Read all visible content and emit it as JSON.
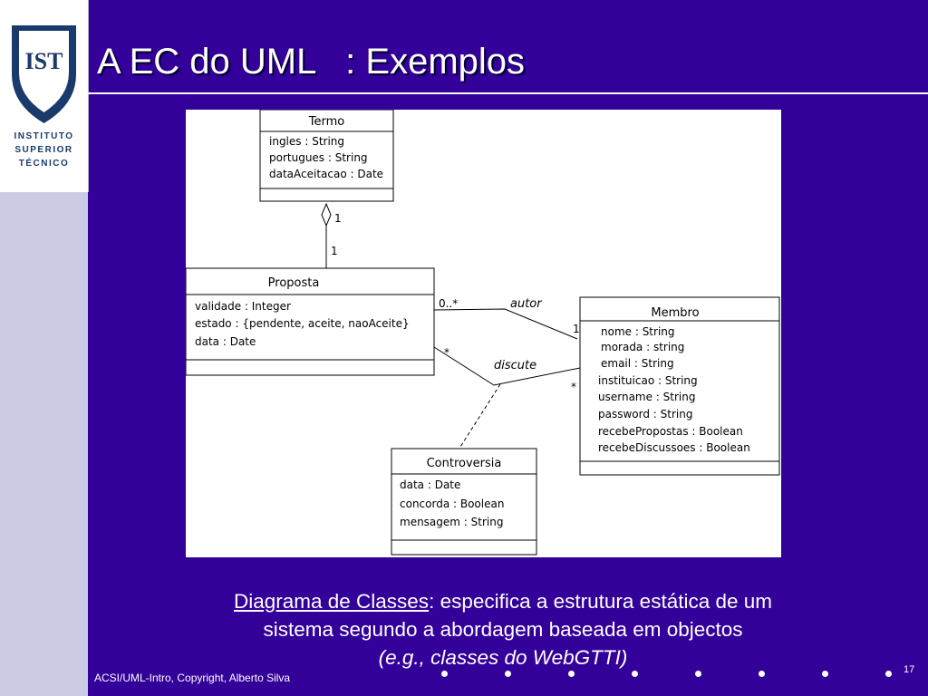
{
  "slide": {
    "title": "A EC do UML   : Exemplos",
    "footer": "ACSI/UML-Intro, Copyright, Alberto Silva",
    "page_number": "17",
    "colors": {
      "background": "#330099",
      "sidebar": "#cbcbe6",
      "logo_blue": "#1a3a6b"
    }
  },
  "logo": {
    "mark": "IST",
    "lines": [
      "INSTITUTO",
      "SUPERIOR",
      "TÉCNICO"
    ]
  },
  "diagram": {
    "classes": {
      "termo": {
        "name": "Termo",
        "attributes": [
          "ingles : String",
          "portugues : String",
          "dataAceitacao : Date"
        ]
      },
      "proposta": {
        "name": "Proposta",
        "attributes": [
          "validade : Integer",
          "estado : {pendente, aceite, naoAceite}",
          "data : Date"
        ]
      },
      "membro": {
        "name": "Membro",
        "attributes": [
          "nome : String",
          "morada : string",
          "email : String",
          "instituicao : String",
          "username : String",
          "password : String",
          "recebePropostas : Boolean",
          "recebeDiscussoes : Boolean"
        ]
      },
      "controversia": {
        "name": "Controversia",
        "attributes": [
          "data : Date",
          "concorda : Boolean",
          "mensagem : String"
        ]
      }
    },
    "associations": {
      "termo_proposta": {
        "termo_end": "1",
        "proposta_end": "1"
      },
      "autor": {
        "name": "autor",
        "proposta_end": "0..*",
        "membro_end": "1"
      },
      "discute": {
        "name": "discute",
        "proposta_end": "*",
        "membro_end": "*"
      }
    }
  },
  "caption": {
    "term": "Diagrama de Classes",
    "rest1": ": especifica a estrutura estática de um",
    "line2": "sistema segundo a abordagem baseada em objectos",
    "line3": "(e.g., classes do WebGTTI)"
  }
}
